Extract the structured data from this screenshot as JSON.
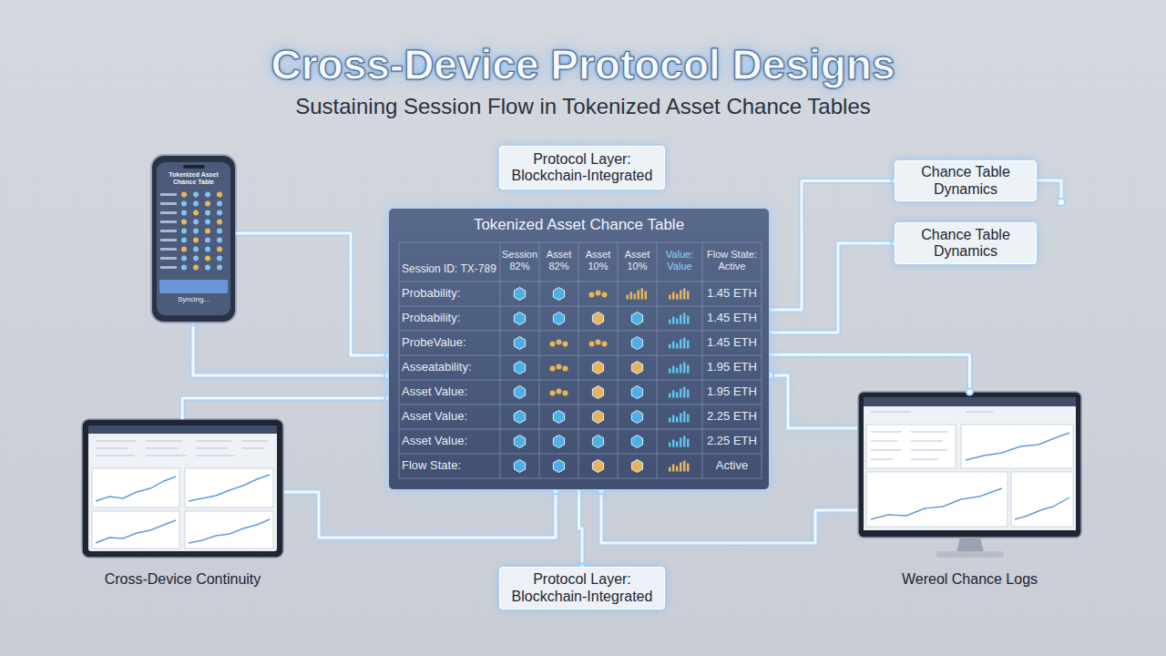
{
  "diagram": {
    "title": "Cross-Device Protocol Designs",
    "caption": "Sustaining Session Flow in Tokenized Asset Chance Tables",
    "nodes": [
      {
        "text": [
          "Protocol Layer: Blockchain-Integrated"
        ]
      },
      {
        "text": [
          "Chance Table Dynamics"
        ]
      },
      {
        "text": [
          "Chance Table Dynamics"
        ]
      },
      {
        "text": [
          "Tokenized Asset Chance Table",
          "Syncing..."
        ]
      },
      {
        "text": [
          "Tokenized Asset Chance Table"
        ]
      },
      {
        "text": [
          "Cross-Device Continuity"
        ]
      },
      {
        "text": [
          "Wereol Chance Logs"
        ]
      },
      {
        "text": [
          "Protocol Layer: Blockchain-Integrated"
        ]
      }
    ],
    "edges": [
      {
        "from": 3,
        "to": 4,
        "arrow": "none"
      },
      {
        "from": 5,
        "to": 4,
        "arrow": "none"
      },
      {
        "from": 4,
        "to": 1,
        "arrow": "none"
      },
      {
        "from": 4,
        "to": 2,
        "arrow": "none"
      },
      {
        "from": 4,
        "to": 6,
        "arrow": "none"
      },
      {
        "from": 4,
        "to": 7,
        "arrow": "none"
      }
    ],
    "labels": [
      "Session ID: TX-789",
      "Session 82%",
      "Asset 82%",
      "Asset 10%",
      "Asset 10%",
      "Value: Value",
      "Flow State: Active",
      "Probability:",
      "1.45 ETH",
      "Probability:",
      "1.45 ETH",
      "ProbeValue:",
      "1.45 ETH",
      "Asseatability:",
      "1.95 ETH",
      "Asset Value:",
      "1.95 ETH",
      "Asset Value:",
      "2.25 ETH",
      "Asset Value:",
      "2.25 ETH",
      "Flow State:",
      "Active"
    ]
  }
}
